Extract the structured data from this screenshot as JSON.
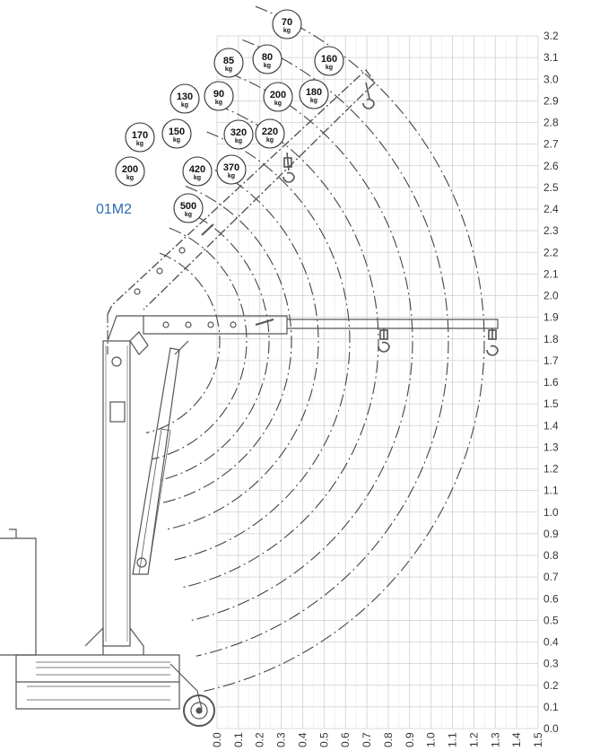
{
  "model_code": "01M2",
  "unit": "kg",
  "colors": {
    "model": "#2b6cb0",
    "grid": "#cfcfcf",
    "machine": "#555555",
    "arc": "#444444"
  },
  "axes": {
    "x_ticks": [
      "0.0",
      "0.1",
      "0.2",
      "0.3",
      "0.4",
      "0.5",
      "0.6",
      "0.7",
      "0.8",
      "0.9",
      "1.0",
      "1.1",
      "1.2",
      "1.3",
      "1.4",
      "1.5"
    ],
    "y_ticks": [
      "0.0",
      "0.1",
      "0.2",
      "0.3",
      "0.4",
      "0.5",
      "0.6",
      "0.7",
      "0.8",
      "0.9",
      "1.0",
      "1.1",
      "1.2",
      "1.3",
      "1.4",
      "1.5",
      "1.6",
      "1.7",
      "1.8",
      "1.9",
      "2.0",
      "2.1",
      "2.2",
      "2.3",
      "2.4",
      "2.5",
      "2.6",
      "2.7",
      "2.8",
      "2.9",
      "3.0",
      "3.1",
      "3.2"
    ]
  },
  "loads": [
    "70",
    "85",
    "80",
    "160",
    "130",
    "90",
    "200",
    "180",
    "170",
    "150",
    "320",
    "220",
    "200",
    "420",
    "370",
    "500"
  ]
}
